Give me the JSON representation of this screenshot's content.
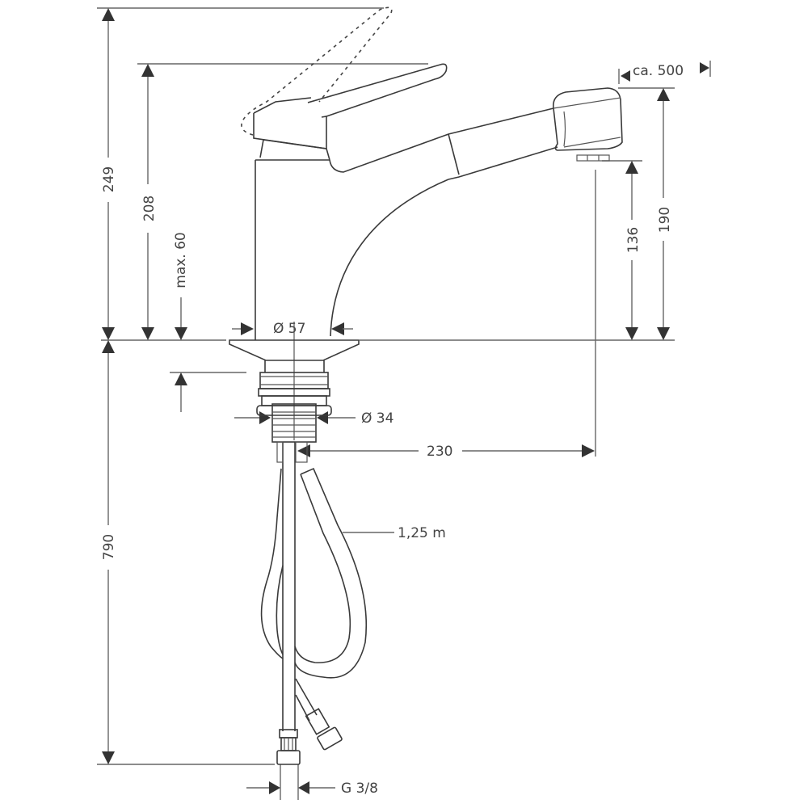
{
  "diagram": {
    "subject": "Kitchen mixer faucet with pull-out spray",
    "dimensions": {
      "total_height": "249",
      "lever_height": "208",
      "max_deck_thickness": "max. 60",
      "spout_top_height": "190",
      "spout_outlet_height": "136",
      "pull_out_length": "ca. 500",
      "base_diameter": "Ø 57",
      "shank_diameter": "Ø 34",
      "spout_reach": "230",
      "hose_length": "1,25 m",
      "supply_length": "790",
      "connection_thread": "G 3/8"
    }
  }
}
